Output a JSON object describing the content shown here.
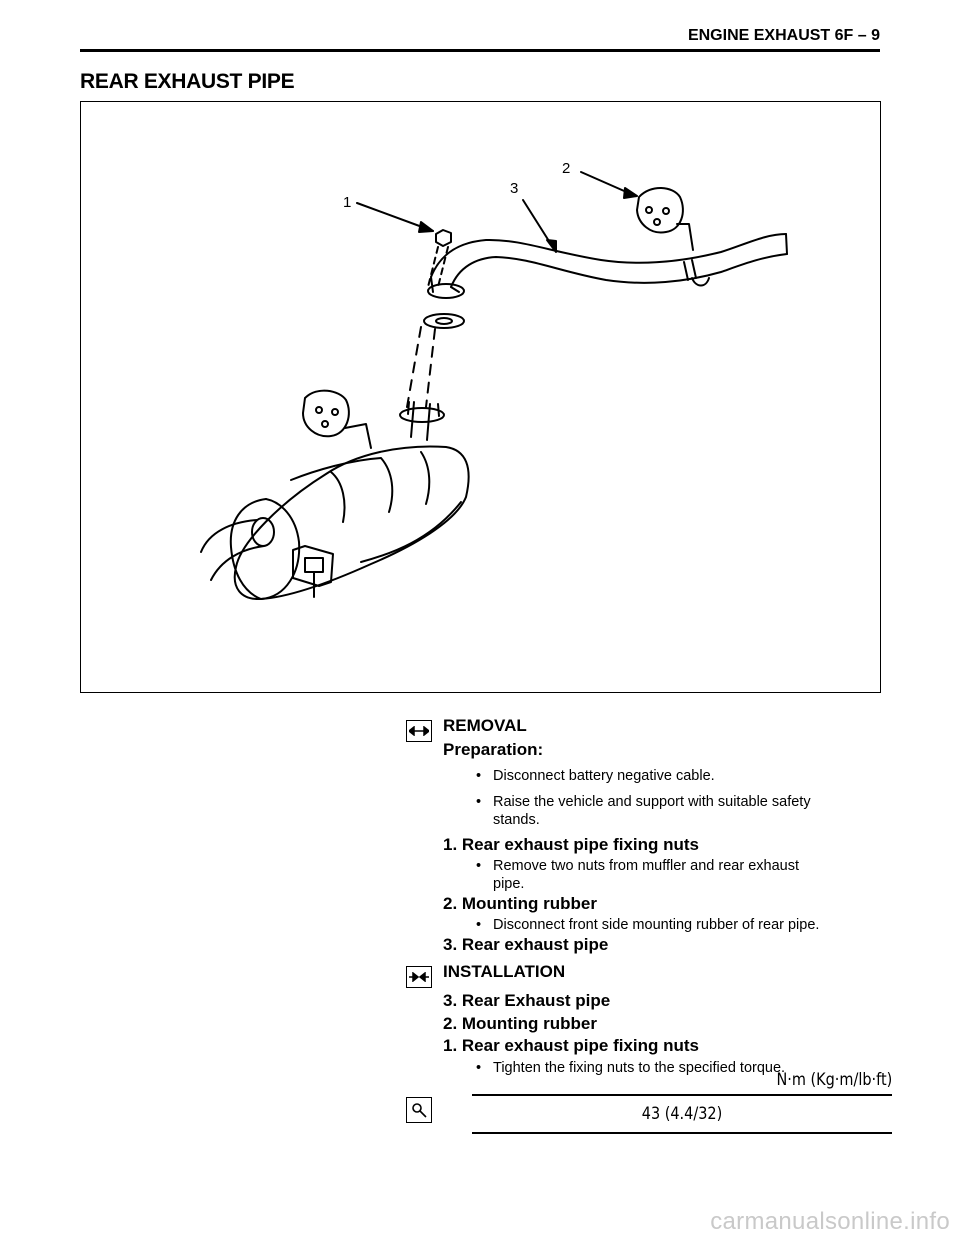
{
  "header": {
    "title": "ENGINE EXHAUST 6F – 9"
  },
  "section": {
    "title": "REAR EXHAUST PIPE"
  },
  "figure": {
    "callouts": [
      {
        "label": "1"
      },
      {
        "label": "2"
      },
      {
        "label": "3"
      }
    ]
  },
  "removal": {
    "icon": "removal-arrows-icon",
    "heading": "REMOVAL",
    "preparation_heading": "Preparation:",
    "preparation_bullets": [
      "Disconnect battery negative cable.",
      "Raise the vehicle and support with suitable safety",
      "stands."
    ],
    "steps": [
      {
        "label": "1.  Rear exhaust pipe fixing nuts",
        "bullet_lines": [
          "Remove two nuts from muffler and rear exhaust",
          "pipe."
        ]
      },
      {
        "label": "2.  Mounting rubber",
        "bullet_lines": [
          "Disconnect front side mounting rubber of rear pipe."
        ]
      },
      {
        "label": "3.  Rear exhaust pipe",
        "bullet_lines": []
      }
    ]
  },
  "installation": {
    "icon": "installation-arrows-icon",
    "heading": "INSTALLATION",
    "steps": [
      {
        "label": "3.  Rear Exhaust pipe"
      },
      {
        "label": "2.  Mounting rubber"
      },
      {
        "label": "1.  Rear exhaust pipe fixing nuts"
      }
    ],
    "final_bullet": "Tighten the fixing nuts to the specified torque."
  },
  "torque": {
    "icon": "torque-wrench-icon",
    "unit": "N·m (Kg·m/lb·ft)",
    "value": "43 (4.4/32)"
  },
  "watermark": {
    "text": "carmanualsonline.info"
  }
}
